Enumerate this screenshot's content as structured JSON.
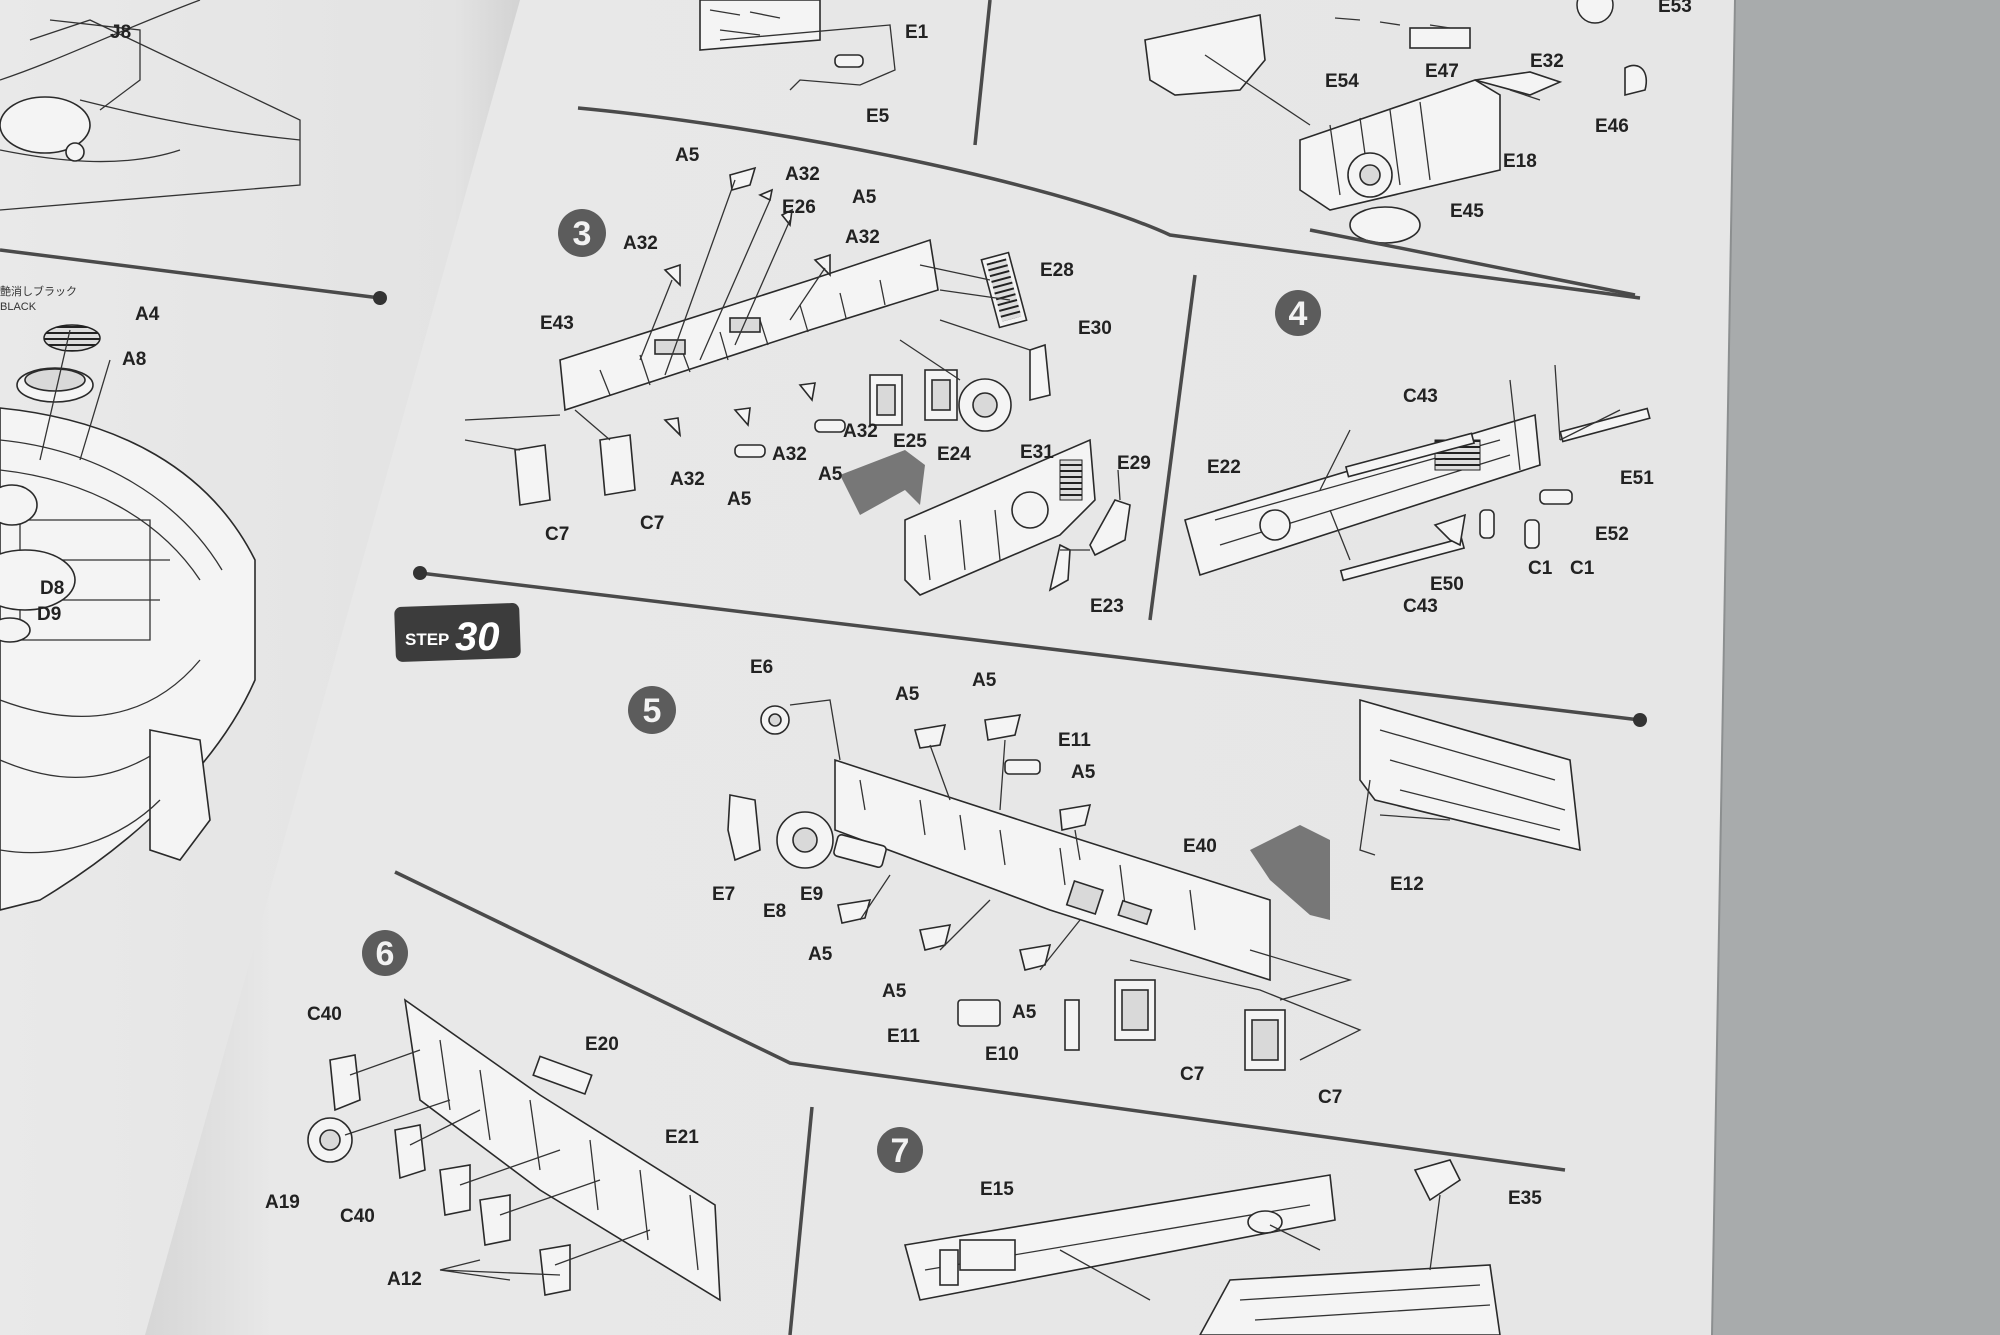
{
  "step": {
    "word": "STEP",
    "number": "30"
  },
  "left_page": {
    "paint_note_jp": "艶消しブラック",
    "paint_note_en": "BLACK",
    "labels": [
      "J8",
      "A4",
      "A8",
      "D8",
      "D9"
    ]
  },
  "subassemblies": [
    {
      "number": "3",
      "parts": [
        "A5",
        "A32",
        "E26",
        "A5",
        "A32",
        "A32",
        "E43",
        "E28",
        "E30",
        "E31",
        "E24",
        "E25",
        "A32",
        "A32",
        "A5",
        "A5",
        "A32",
        "C7",
        "C7",
        "E29",
        "E23"
      ]
    },
    {
      "number": "4",
      "parts": [
        "C43",
        "E22",
        "E51",
        "E52",
        "C1",
        "C1",
        "E50",
        "C43"
      ]
    },
    {
      "number": "5",
      "parts": [
        "E6",
        "A5",
        "A5",
        "E11",
        "A5",
        "E40",
        "E7",
        "E8",
        "E9",
        "A5",
        "A5",
        "A5",
        "E11",
        "E10",
        "C7",
        "C7",
        "E12"
      ]
    },
    {
      "number": "6",
      "parts": [
        "C40",
        "E20",
        "E21",
        "A19",
        "C40",
        "A12"
      ]
    },
    {
      "number": "7",
      "parts": [
        "E15",
        "E35"
      ]
    }
  ],
  "top_fragment_labels": [
    "E1",
    "E5",
    "E53",
    "E54",
    "E47",
    "E32",
    "E46",
    "E18",
    "E45"
  ]
}
